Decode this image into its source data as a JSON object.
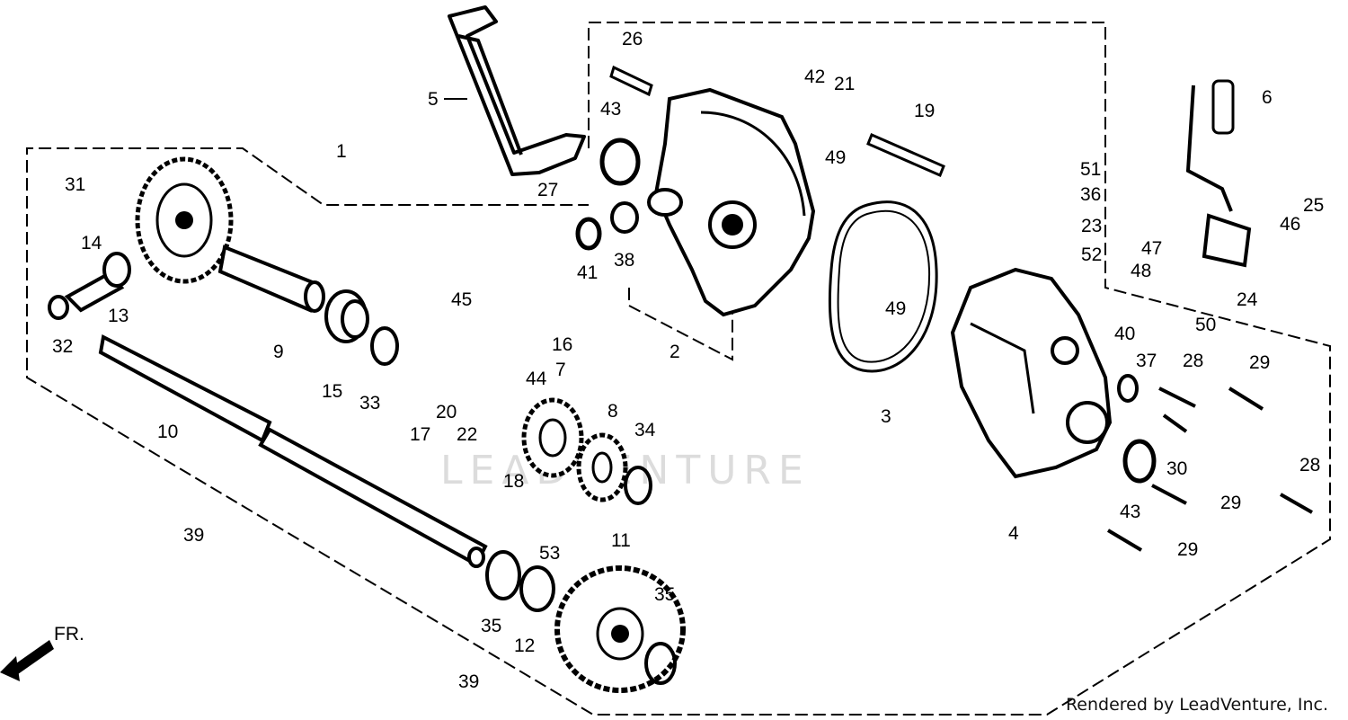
{
  "watermark": {
    "text": "LEADVENTURE"
  },
  "credit": {
    "text": "Rendered by LeadVenture, Inc."
  },
  "labels": {
    "l1": "1",
    "l2": "2",
    "l3": "3",
    "l4": "4",
    "l5": "5",
    "l6": "6",
    "l7": "7",
    "l8": "8",
    "l9": "9",
    "l10": "10",
    "l11": "11",
    "l12": "12",
    "l13": "13",
    "l14": "14",
    "l15": "15",
    "l16": "16",
    "l17": "17",
    "l18": "18",
    "l19": "19",
    "l20": "20",
    "l21": "21",
    "l22": "22",
    "l23": "23",
    "l24": "24",
    "l25": "25",
    "l26": "26",
    "l27": "27",
    "l28a": "28",
    "l28b": "28",
    "l29a": "29",
    "l29b": "29",
    "l29c": "29",
    "l30": "30",
    "l31": "31",
    "l32": "32",
    "l33": "33",
    "l34": "34",
    "l35a": "35",
    "l35b": "35",
    "l36": "36",
    "l37": "37",
    "l38": "38",
    "l39a": "39",
    "l39b": "39",
    "l40": "40",
    "l41": "41",
    "l42": "42",
    "l43a": "43",
    "l43b": "43",
    "l44": "44",
    "l45": "45",
    "l46": "46",
    "l47": "47",
    "l48": "48",
    "l49a": "49",
    "l49b": "49",
    "l50": "50",
    "l51": "51",
    "l52": "52",
    "l53": "53"
  },
  "direction": {
    "text": "FR."
  }
}
